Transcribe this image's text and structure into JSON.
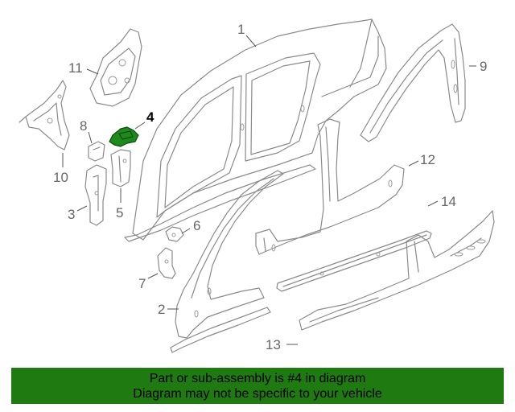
{
  "diagram": {
    "highlight_color": "#1e8a1e",
    "callouts": {
      "c1": "1",
      "c2": "2",
      "c3": "3",
      "c4": "4",
      "c5": "5",
      "c6": "6",
      "c7": "7",
      "c8": "8",
      "c9": "9",
      "c10": "10",
      "c11": "11",
      "c12": "12",
      "c13": "13",
      "c14": "14"
    },
    "highlighted_part": "4"
  },
  "banner": {
    "line1": "Part or sub-assembly is #4 in diagram",
    "line2": "Diagram may not be specific to your vehicle",
    "background": "#1f7a12"
  }
}
